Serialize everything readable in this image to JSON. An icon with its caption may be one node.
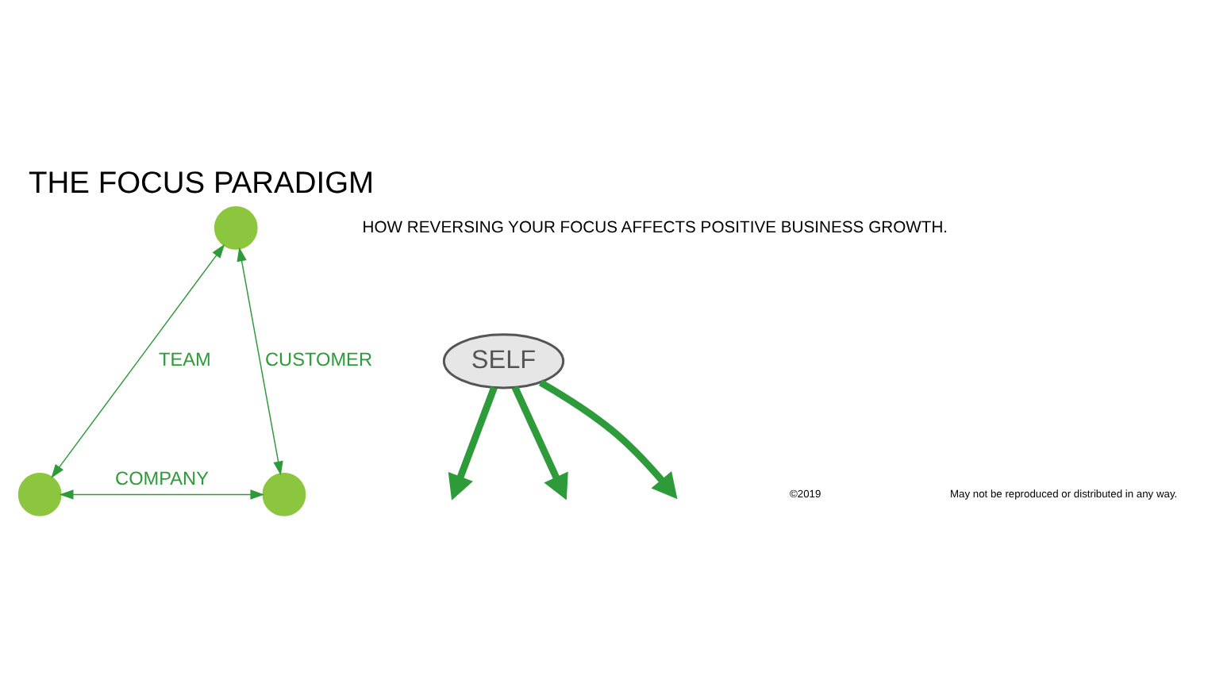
{
  "diagram": {
    "title": "THE FOCUS PARADIGM",
    "nodes": [
      {
        "text": [],
        "shape": "circle"
      },
      {
        "text": [
          "SELF"
        ]
      },
      {
        "text": [],
        "shape": "circle"
      },
      {
        "text": [],
        "shape": "circle"
      }
    ],
    "edges": [
      {
        "from": 0,
        "to": 2,
        "arrow": "both",
        "label": "TEAM"
      },
      {
        "from": 0,
        "to": 3,
        "arrow": "both",
        "label": "CUSTOMER"
      },
      {
        "from": 2,
        "to": 3,
        "arrow": "both",
        "label": "COMPANY"
      },
      {
        "from": 1,
        "to": null,
        "arrow": "to",
        "style": "thick"
      },
      {
        "from": 1,
        "to": null,
        "arrow": "to",
        "style": "thick"
      },
      {
        "from": 1,
        "to": null,
        "arrow": "to",
        "style": "thick"
      }
    ],
    "labels": [
      "HOW REVERSING YOUR FOCUS AFFECTS POSITIVE BUSINESS GROWTH.",
      "©2019",
      "May not be reproduced or distributed in any way."
    ]
  }
}
